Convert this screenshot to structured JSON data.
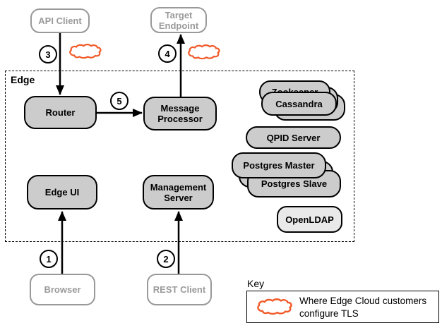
{
  "edge_group": {
    "label": "Edge"
  },
  "nodes": {
    "api_client": "API Client",
    "target_endpoint": "Target\nEndpoint",
    "router": "Router",
    "message_processor": "Message\nProcessor",
    "zookeeper": "Zookeeper",
    "cassandra": "Cassandra",
    "qpid_server": "QPID Server",
    "postgres_master": "Postgres Master",
    "postgres_slave": "Postgres Slave",
    "openldap": "OpenLDAP",
    "edge_ui": "Edge UI",
    "management_server": "Management\nServer",
    "browser": "Browser",
    "rest_client": "REST Client"
  },
  "steps": {
    "s1": "1",
    "s2": "2",
    "s3": "3",
    "s4": "4",
    "s5": "5"
  },
  "legend": {
    "title": "Key",
    "text": "Where Edge Cloud customers configure TLS"
  },
  "colors": {
    "tls_cloud": "#F15A29",
    "node_fill": "#CCCCCC",
    "openldap_fill": "#E9E9E9",
    "client_gray": "#999999"
  }
}
